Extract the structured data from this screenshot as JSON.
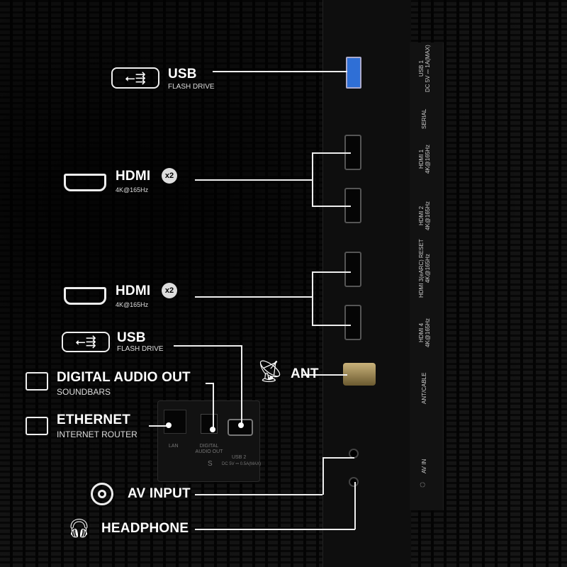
{
  "callouts": {
    "usb_top": {
      "title": "USB",
      "subtitle": "FLASH DRIVE"
    },
    "hdmi_top": {
      "title": "HDMI",
      "badge": "x2",
      "subtitle": "4K@165Hz"
    },
    "hdmi_bottom": {
      "title": "HDMI",
      "badge": "x2",
      "subtitle": "4K@165Hz"
    },
    "usb_bottom": {
      "title": "USB",
      "subtitle": "FLASH DRIVE"
    },
    "digital_audio": {
      "title": "DIGITAL AUDIO OUT",
      "subtitle": "SOUNDBARS"
    },
    "ethernet": {
      "title": "ETHERNET",
      "subtitle": "INTERNET ROUTER"
    },
    "ant": {
      "title": "ANT"
    },
    "av_input": {
      "title": "AV INPUT"
    },
    "headphone": {
      "title": "HEADPHONE"
    }
  },
  "panel_labels": {
    "usb1": "USB 1",
    "usb1_power": "DC 5V ⎓ 1A(MAX)",
    "serial": "SERIAL",
    "hdmi1": "HDMI 1",
    "hdmi2": "HDMI 2",
    "hdmi3": "HDMI 3(eARC)",
    "reset": "RESET",
    "hdmi4": "HDMI 4",
    "hdmi_spec": "4K@165Hz",
    "ant_cable": "ANT/CABLE",
    "av_in": "AV IN"
  },
  "lower_panel": {
    "lan": "LAN",
    "digital_audio": "DIGITAL AUDIO OUT",
    "usb2": "USB 2",
    "usb2_power": "DC 5V ⎓ 0.5A(MAX)",
    "s": "S"
  },
  "colors": {
    "usb3_port": "#2f6fd6",
    "accent": "#ffffff"
  }
}
